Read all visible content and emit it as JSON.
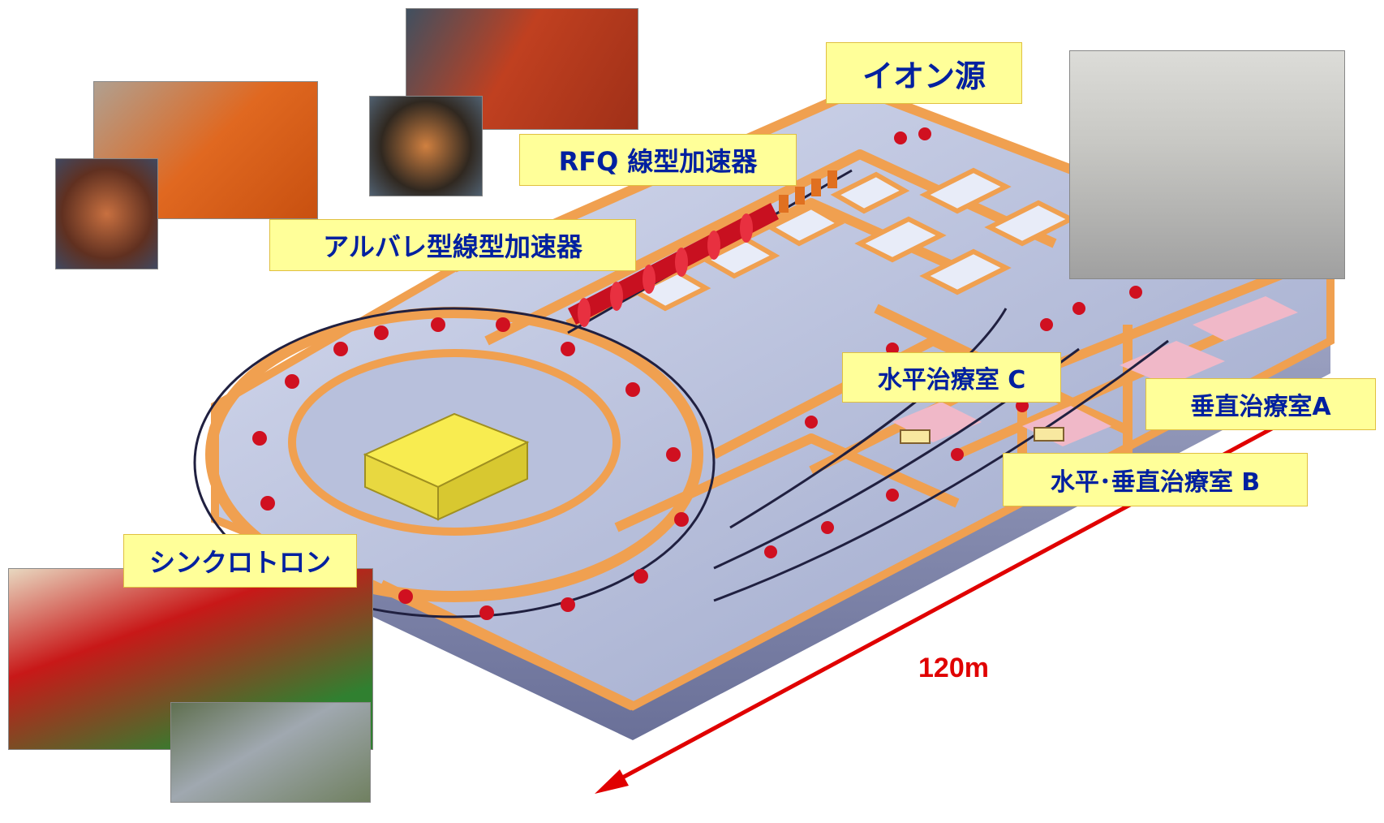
{
  "labels": {
    "ion_source": "イオン源",
    "rfq": "RFQ 線型加速器",
    "alvarez": "アルバレ型線型加速器",
    "room_c": "水平治療室 C",
    "room_a": "垂直治療室A",
    "room_b": "水平･垂直治療室 B",
    "synchrotron": "シンクロトロン"
  },
  "dimension": {
    "length_label": "120m"
  },
  "colors": {
    "label_bg": "#ffff99",
    "label_text": "#0020a0",
    "dimension_arrow": "#e00000",
    "wall_orange": "#f0a050",
    "floor_blue": "#c0c8e0",
    "magnet_red": "#d01020",
    "cabinet_yellow": "#f0e040"
  }
}
